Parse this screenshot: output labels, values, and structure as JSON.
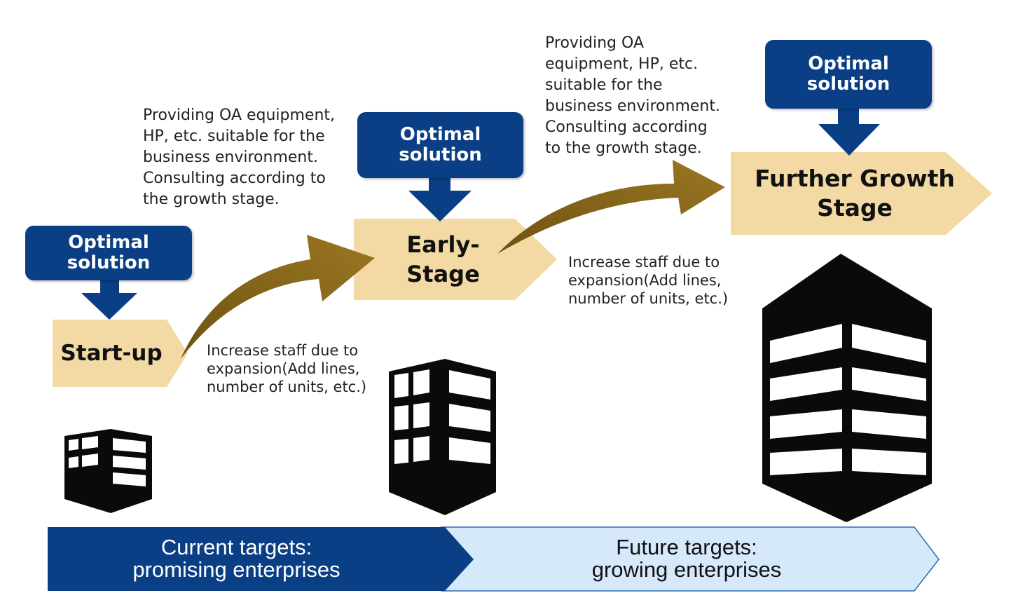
{
  "solution_label": "Optimal\nsolution",
  "stages": [
    {
      "name": "Start-up"
    },
    {
      "name": "Early-\nStage"
    },
    {
      "name": "Further Growth\nStage"
    }
  ],
  "descriptions": {
    "early": "Providing OA equipment,\nHP, etc. suitable for the\nbusiness environment.\nConsulting according to\nthe growth stage.",
    "further": "Providing OA\nequipment, HP, etc.\nsuitable for the\nbusiness environment.\nConsulting according\nto the growth stage."
  },
  "increase_text": "Increase staff due to\nexpansion(Add lines,\nnumber of units, etc.)",
  "bands": {
    "current": "Current targets:\npromising enterprises",
    "future": "Future targets:\ngrowing enterprises"
  },
  "colors": {
    "navy": "#0b3f85",
    "stage_fill": "#f3d9a4",
    "growth_arrow": "#8a6818",
    "band_current": "#0b3f85",
    "band_future": "#d6e9fb",
    "building": "#0a0a0a"
  }
}
